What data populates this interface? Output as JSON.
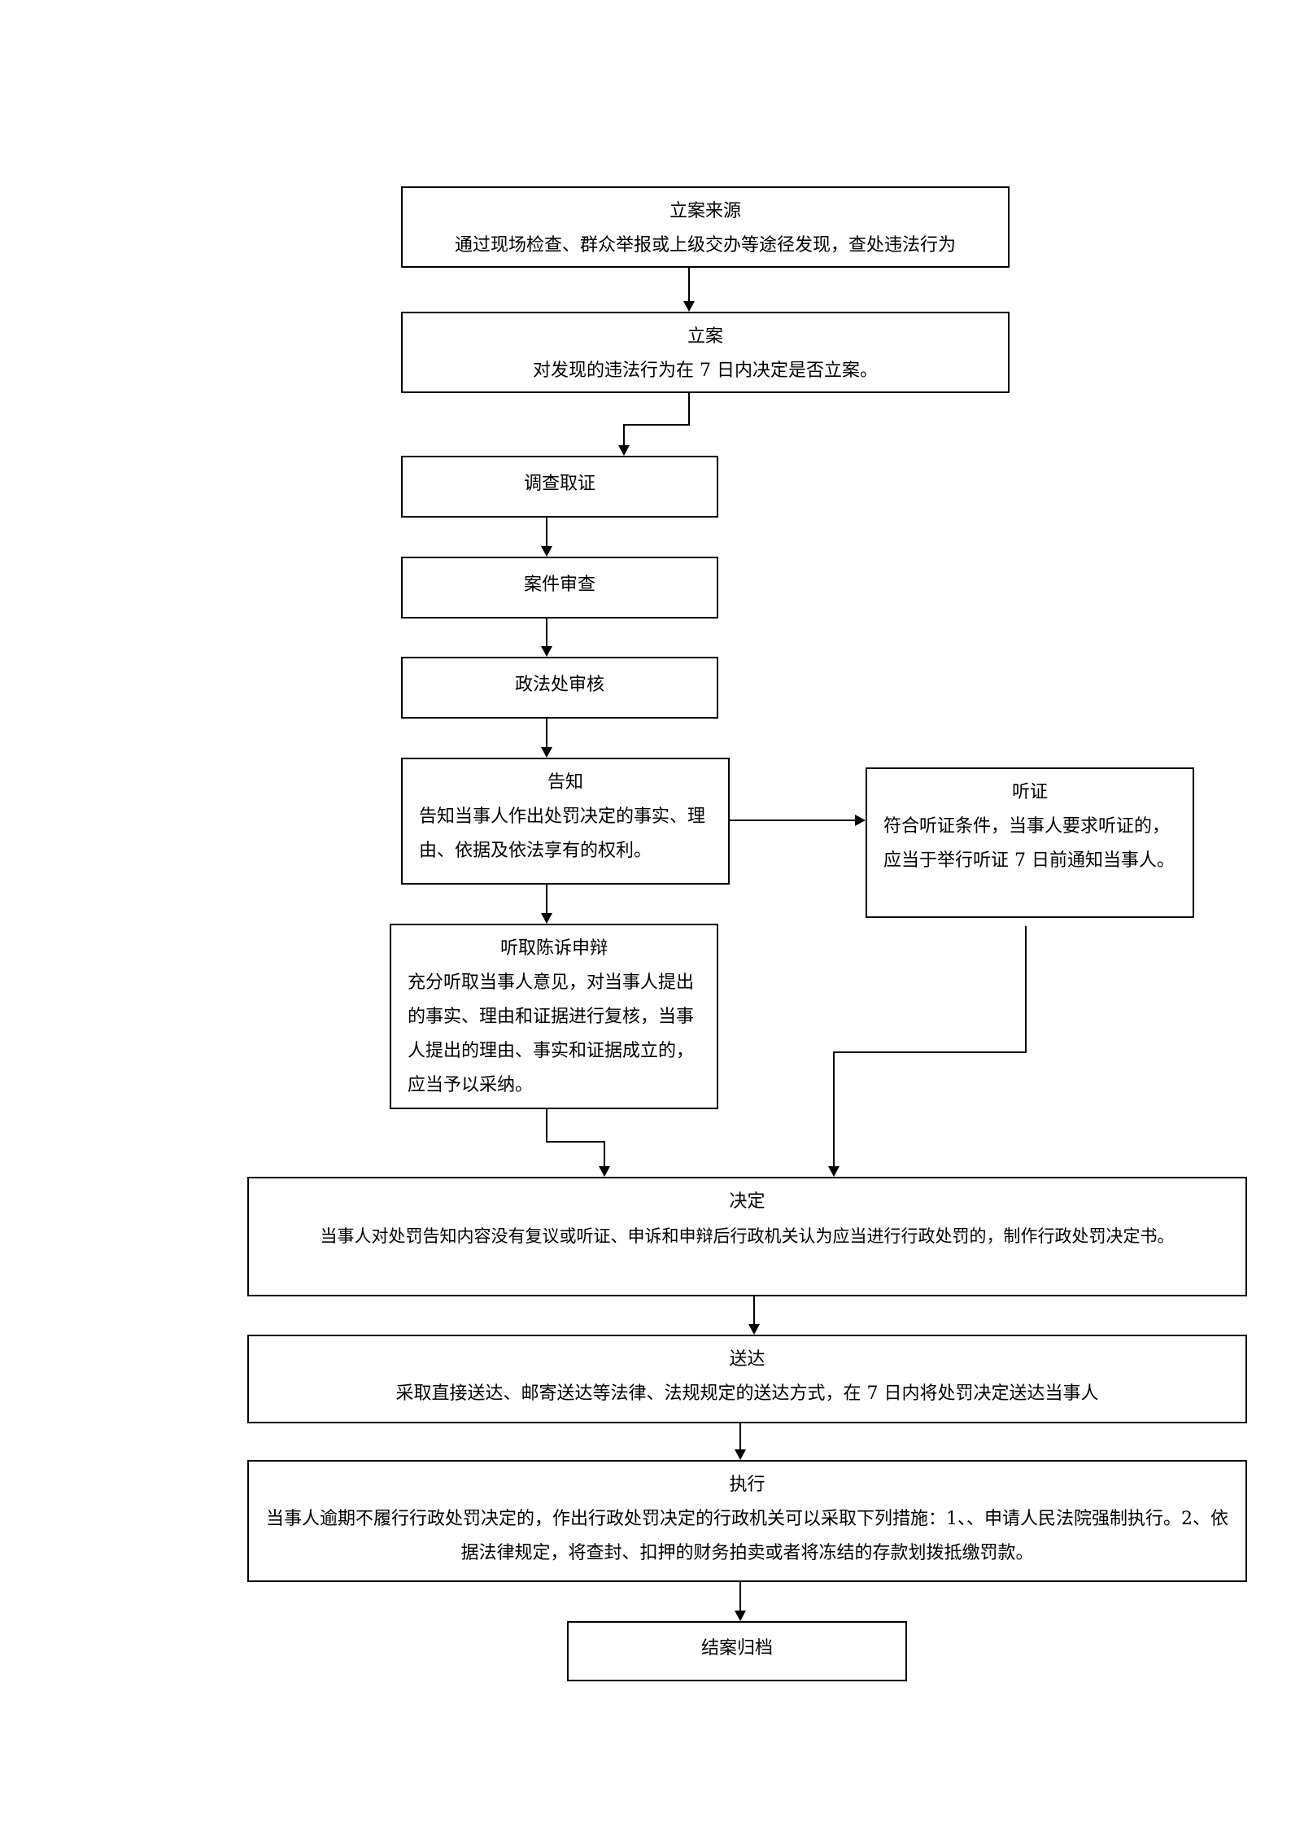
{
  "nodes": {
    "source": {
      "title": "立案来源",
      "desc": "通过现场检查、群众举报或上级交办等途径发现，查处违法行为"
    },
    "filing": {
      "title": "立案",
      "desc": "对发现的违法行为在 7 日内决定是否立案。"
    },
    "investigation": {
      "title": "调查取证"
    },
    "case_review": {
      "title": "案件审查"
    },
    "legal_review": {
      "title": "政法处审核"
    },
    "notice": {
      "title": "告知",
      "desc": "告知当事人作出处罚决定的事实、理由、依据及依法享有的权利。"
    },
    "hearing": {
      "title": "听证",
      "desc": "符合听证条件，当事人要求听证的，应当于举行听证 7 日前通知当事人。"
    },
    "defense": {
      "title": "听取陈诉申辩",
      "desc": "充分听取当事人意见，对当事人提出的事实、理由和证据进行复核，当事人提出的理由、事实和证据成立的，应当予以采纳。"
    },
    "decision": {
      "title": "决定",
      "desc": "当事人对处罚告知内容没有复议或听证、申诉和申辩后行政机关认为应当进行行政处罚的，制作行政处罚决定书。"
    },
    "delivery": {
      "title": "送达",
      "desc": "采取直接送达、邮寄送达等法律、法规规定的送达方式，在 7 日内将处罚决定送达当事人"
    },
    "execution": {
      "title": "执行",
      "desc": "当事人逾期不履行行政处罚决定的，作出行政处罚决定的行政机关可以采取下列措施：1、、申请人民法院强制执行。2、依据法律规定，将查封、扣押的财务拍卖或者将冻结的存款划拨抵缴罚款。"
    },
    "archive": {
      "title": "结案归档"
    }
  }
}
